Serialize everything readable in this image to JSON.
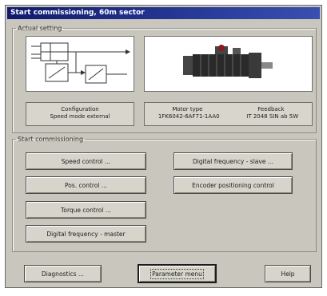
{
  "window": {
    "title": "Start commissioning, 60m sector"
  },
  "actual_setting": {
    "legend": "Actual setting",
    "configuration_label": "Configuration",
    "configuration_value": "Speed mode external",
    "motor_type_label": "Motor type",
    "motor_type_value": "1FK6042-6AF71-1AA0",
    "feedback_label": "Feedback",
    "feedback_value": "IT 2048 SIN ab 5W"
  },
  "start_commissioning": {
    "legend": "Start commissioning",
    "buttons": [
      {
        "label": "Speed control ..."
      },
      {
        "label": "Pos. control ..."
      },
      {
        "label": "Torque control ..."
      },
      {
        "label": "Digital frequency - master"
      },
      {
        "label": "Digital frequency - slave ..."
      },
      {
        "label": "Encoder positioning control"
      }
    ]
  },
  "footer": {
    "diagnostics": "Diagnostics ...",
    "parameter_menu": "Parameter menu",
    "help": "Help"
  },
  "colors": {
    "dialog_bg": "#c9c6bd",
    "title_bar": "#1c2a86"
  }
}
